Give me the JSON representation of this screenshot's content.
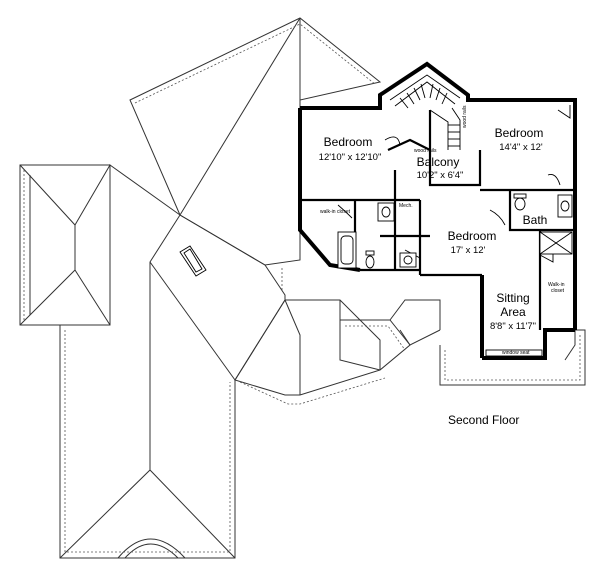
{
  "caption": "Second Floor",
  "rooms": {
    "bedroom1": {
      "name": "Bedroom",
      "dims": "12'10\" x 12'10\""
    },
    "balcony": {
      "name": "Balcony",
      "dims": "10'2\" x 6'4\""
    },
    "bedroom2": {
      "name": "Bedroom",
      "dims": "14'4\" x 12'"
    },
    "bath": {
      "name": "Bath"
    },
    "bedroom3": {
      "name": "Bedroom",
      "dims": "17' x 12'"
    },
    "sitting": {
      "name_line1": "Sitting",
      "name_line2": "Area",
      "dims": "8'8\" x 11'7\""
    }
  },
  "notes": {
    "walk_in_closet": "walk-in closet",
    "mech": "Mech.",
    "wood_rails_1": "wood rails",
    "wood_rails_2": "wood rails",
    "walk_in_closet_2_line1": "Walk-in",
    "walk_in_closet_2_line2": "closet",
    "window_seat": "window seat"
  }
}
